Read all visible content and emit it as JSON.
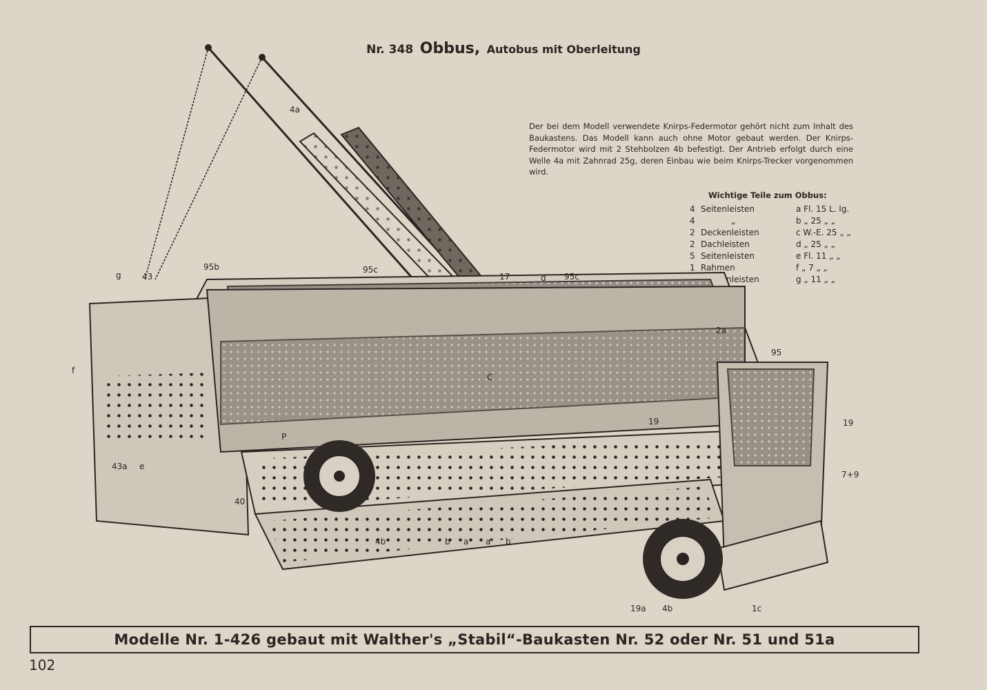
{
  "title": {
    "number": "Nr. 348",
    "name": "Obbus,",
    "subtitle": "Autobus mit Oberleitung"
  },
  "description": "Der bei dem Modell verwendete Knirps-Federmotor gehört nicht zum Inhalt des Baukastens. Das Modell kann auch ohne Motor gebaut werden. Der Knirps-Federmotor wird mit 2 Stehbolzen 4b befestigt. Der Antrieb erfolgt durch eine Welle 4a mit Zahnrad 25g, deren Einbau wie beim Knirps-Trecker vorgenommen wird.",
  "parts": {
    "heading": "Wichtige Teile zum Obbus:",
    "items": [
      {
        "qty": "4",
        "name": "Seitenleisten",
        "spec": "a  Fl. 15 L. lg."
      },
      {
        "qty": "4",
        "name": "„",
        "spec": "b  „  25 „ „"
      },
      {
        "qty": "2",
        "name": "Deckenleisten",
        "spec": "c W.-E. 25 „ „"
      },
      {
        "qty": "2",
        "name": "Dachleisten",
        "spec": "d  „  25 „ „"
      },
      {
        "qty": "5",
        "name": "Seitenleisten",
        "spec": "e  Fl. 11 „ „"
      },
      {
        "qty": "1",
        "name": "Rahmen",
        "spec": "f  „  7 „ „"
      },
      {
        "qty": "2",
        "name": "Deckenleisten",
        "spec": "g  „  11 „ „"
      }
    ]
  },
  "drawing_labels": {
    "l_4a_top": "4a",
    "l_g": "g",
    "l_43": "43",
    "l_95b": "95b",
    "l_95c_left": "95c",
    "l_17": "17",
    "l_d": "d",
    "l_95c_right": "95c",
    "l_2a": "2a",
    "l_95": "95",
    "l_f": "f",
    "l_19_mid": "19",
    "l_19_right": "19",
    "l_7plus9": "7+9",
    "l_43a": "43a",
    "l_e": "e",
    "l_40": "40",
    "l_p": "P",
    "l_c": "C",
    "l_4b_left": "4b",
    "l_b1": "b",
    "l_a1": "a",
    "l_a2": "a",
    "l_b2": "b",
    "l_19a": "19a",
    "l_4b_bottom": "4b",
    "l_1c": "1c"
  },
  "footer": "Modelle Nr. 1-426 gebaut mit Walther's „Stabil“-Baukasten Nr. 52 oder Nr. 51 und 51a",
  "page_number": "102",
  "colors": {
    "background": "#ddd5c8",
    "ink": "#2a2522"
  }
}
